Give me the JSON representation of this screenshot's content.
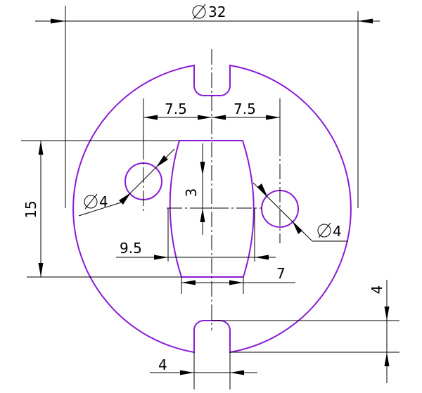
{
  "colors": {
    "outline": "#8a1ad6",
    "dimension": "#000000",
    "background": "#ffffff"
  },
  "dimensions": {
    "outer_diameter": "32",
    "left_offset": "7.5",
    "right_offset": "7.5",
    "height": "15",
    "hole_left": "4",
    "hole_right": "4",
    "center_offset": "3",
    "bottom_width": "9.5",
    "bottom_inner": "7",
    "slot_depth": "4",
    "slot_width": "4"
  }
}
